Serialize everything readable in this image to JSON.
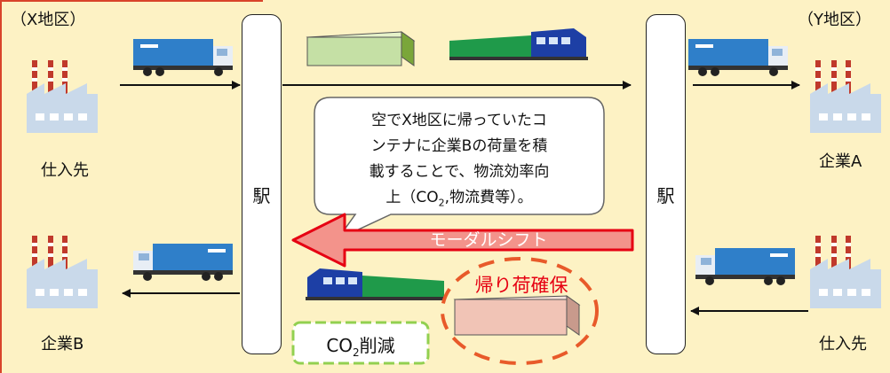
{
  "left_region": "（X地区）",
  "right_region": "（Y地区）",
  "station_label": "駅",
  "labels": {
    "supplier_left": "仕入先",
    "company_b": "企業B",
    "company_a": "企業A",
    "supplier_right": "仕入先"
  },
  "callout": {
    "line1": "空でX地区に帰っていたコ",
    "line2": "ンテナに企業Bの荷量を積",
    "line3": "載することで、物流効率向",
    "line4_pre": "上（CO",
    "line4_sub": "2",
    "line4_post": ",物流費等）。"
  },
  "modal_shift": "モーダルシフト",
  "backhaul": "帰り荷確保",
  "co2": {
    "pre": "CO",
    "sub": "2",
    "post": "削減"
  },
  "colors": {
    "background": "#fdf2c4",
    "border": "#d9442a",
    "arrow_fill": "#f3938b",
    "arrow_stroke": "#e60012",
    "backhaul_text": "#e60012",
    "co2_border": "#92d050"
  }
}
